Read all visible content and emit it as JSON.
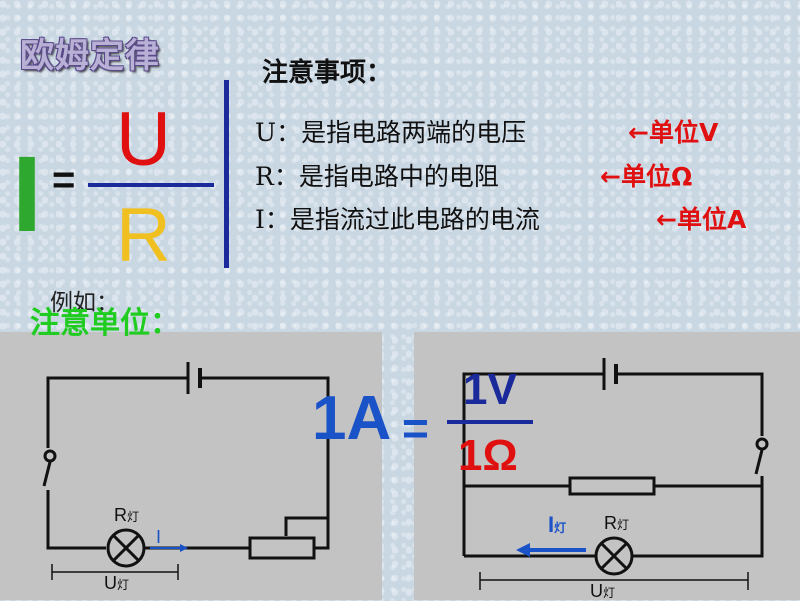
{
  "title": "欧姆定律",
  "notes_heading": "注意事项：",
  "formula": {
    "lhs": "I",
    "eq": "=",
    "numerator": "U",
    "denominator": "R"
  },
  "notes": [
    {
      "text": "U：是指电路两端的电压",
      "unit": "←单位V"
    },
    {
      "text": "R：是指电路中的电阻",
      "unit": "←单位Ω"
    },
    {
      "text": "I：是指流过此电路的电流",
      "unit": "←单位A"
    }
  ],
  "example_label": "例如：",
  "attention_label": "注意单位：",
  "example_formula": {
    "lhs": "1A",
    "eq": "=",
    "numerator": "1V",
    "denominator": "1Ω"
  },
  "circuit_left": {
    "r_label": "R",
    "r_sub": "灯",
    "i_label": "I",
    "u_label": "U",
    "u_sub": "灯"
  },
  "circuit_right": {
    "r_label": "R",
    "r_sub": "灯",
    "i_label": "I",
    "i_sub": "灯",
    "u_label": "U",
    "u_sub": "灯"
  },
  "colors": {
    "accent_red": "#e01010",
    "accent_blue": "#1a52c8",
    "accent_green": "#2ea82e",
    "attention_green": "#1fcc1f",
    "fraction_line": "#1a2a9a"
  }
}
